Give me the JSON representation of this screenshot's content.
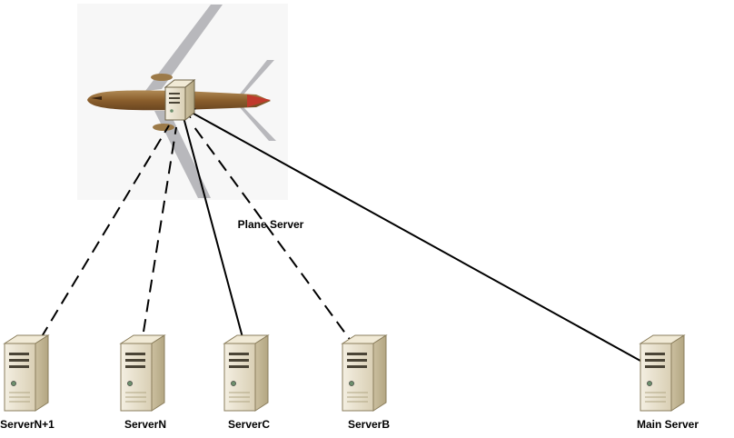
{
  "diagram": {
    "plane_label": "Plane Server",
    "servers": [
      {
        "key": "n1",
        "label": "ServerN+1"
      },
      {
        "key": "n",
        "label": "ServerN"
      },
      {
        "key": "c",
        "label": "ServerC"
      },
      {
        "key": "b",
        "label": "ServerB"
      },
      {
        "key": "main",
        "label": "Main Server"
      }
    ],
    "links": [
      {
        "from": "n1",
        "style": "dashed"
      },
      {
        "from": "n",
        "style": "dashed"
      },
      {
        "from": "c",
        "style": "solid"
      },
      {
        "from": "b",
        "style": "dashed"
      },
      {
        "from": "main",
        "style": "solid"
      }
    ]
  }
}
